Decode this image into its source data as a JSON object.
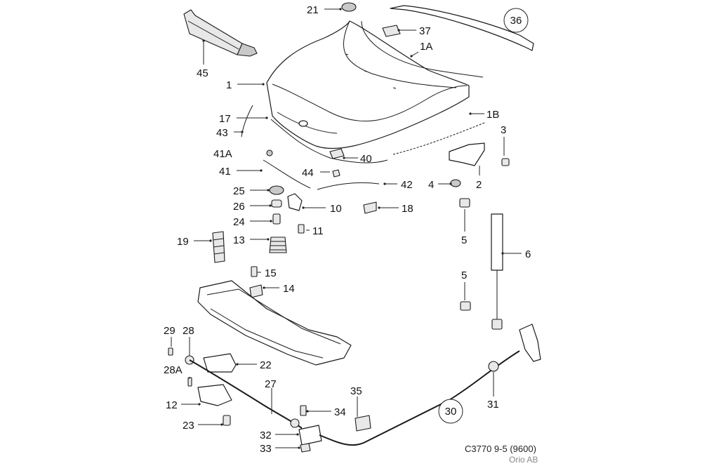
{
  "diagram": {
    "drawing_number": "C3770 9-5 (9600)",
    "maker": "Orio AB",
    "callouts": {
      "c21": "21",
      "c37": "37",
      "c1A": "1A",
      "c36": "36",
      "c45": "45",
      "c1": "1",
      "c17": "17",
      "c1B": "1B",
      "c3": "3",
      "c43": "43",
      "c41A": "41A",
      "c40": "40",
      "c41": "41",
      "c44": "44",
      "c4": "4",
      "c2": "2",
      "c42": "42",
      "c25": "25",
      "c26": "26",
      "c10": "10",
      "c18": "18",
      "c24": "24",
      "c11": "11",
      "c5a": "5",
      "c19": "19",
      "c13": "13",
      "c6": "6",
      "c15": "15",
      "c5b": "5",
      "c14": "14",
      "c29": "29",
      "c28": "28",
      "c22": "22",
      "c28A": "28A",
      "c27": "27",
      "c35": "35",
      "c31": "31",
      "c12": "12",
      "c34": "34",
      "c30": "30",
      "c23": "23",
      "c32": "32",
      "c33": "33"
    }
  }
}
